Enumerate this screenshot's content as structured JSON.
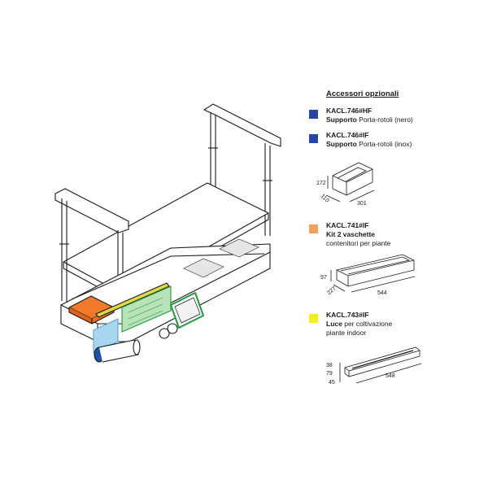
{
  "legend": {
    "title": "Accessori opzionali",
    "items": [
      {
        "code": "KACL.746#HF",
        "name": "Supporto",
        "desc": "Porta-rotoli (nero)",
        "desc2": "",
        "color": "#2745a8"
      },
      {
        "code": "KACL.746#IF",
        "name": "Supporto",
        "desc": "Porta-rotoli (inox)",
        "desc2": "",
        "color": "#2745a8"
      },
      {
        "code": "KACL.741#IF",
        "name": "Kit 2 vaschette",
        "desc": "",
        "desc2": "contenitori per piante",
        "color": "#f4a15d"
      },
      {
        "code": "KACL.743#IF",
        "name": "Luce",
        "desc": "per coltivazione",
        "desc2": "piante indoor",
        "color": "#f4ee1c"
      }
    ]
  },
  "dimensions": {
    "holder": {
      "height": "172",
      "depth": "110",
      "width": "301"
    },
    "tray": {
      "height": "97",
      "depth": "227",
      "width": "544"
    },
    "light": {
      "h1": "38",
      "h2": "79",
      "h3": "45",
      "width": "548"
    }
  },
  "colors": {
    "ink": "#1a1a1a",
    "orange": "#f07a2a",
    "green": "#1f9a3e",
    "light_blue": "#a9d6ef",
    "blue": "#2050a8",
    "yellow": "#e0d84a"
  }
}
